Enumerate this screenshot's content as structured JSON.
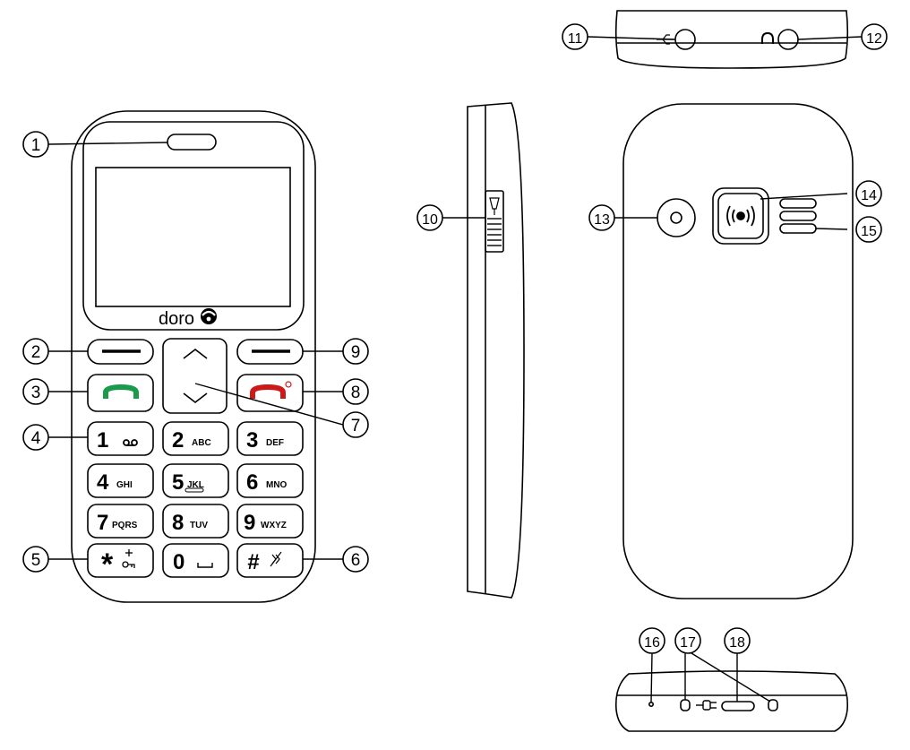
{
  "brand": "doro",
  "keys": [
    {
      "digit": "1",
      "letters": ""
    },
    {
      "digit": "2",
      "letters": "ABC"
    },
    {
      "digit": "3",
      "letters": "DEF"
    },
    {
      "digit": "4",
      "letters": "GHI"
    },
    {
      "digit": "5",
      "letters": "JKL"
    },
    {
      "digit": "6",
      "letters": "MNO"
    },
    {
      "digit": "7",
      "letters": "PQRS"
    },
    {
      "digit": "8",
      "letters": "TUV"
    },
    {
      "digit": "9",
      "letters": "WXYZ"
    },
    {
      "digit": "*",
      "letters": ""
    },
    {
      "digit": "0",
      "letters": ""
    },
    {
      "digit": "#",
      "letters": ""
    }
  ],
  "callouts": [
    "1",
    "2",
    "3",
    "4",
    "5",
    "6",
    "7",
    "8",
    "9",
    "10",
    "11",
    "12",
    "13",
    "14",
    "15",
    "16",
    "17",
    "18"
  ],
  "colors": {
    "call_green": "#1a9a4a",
    "end_red": "#cc1a1a",
    "line": "#000000"
  },
  "icons": [
    "voicemail-icon",
    "keylock-icon",
    "silent-icon",
    "flashlight-icon",
    "usb-icon",
    "headphone-icon",
    "sos-icon",
    "power-plug-icon"
  ]
}
